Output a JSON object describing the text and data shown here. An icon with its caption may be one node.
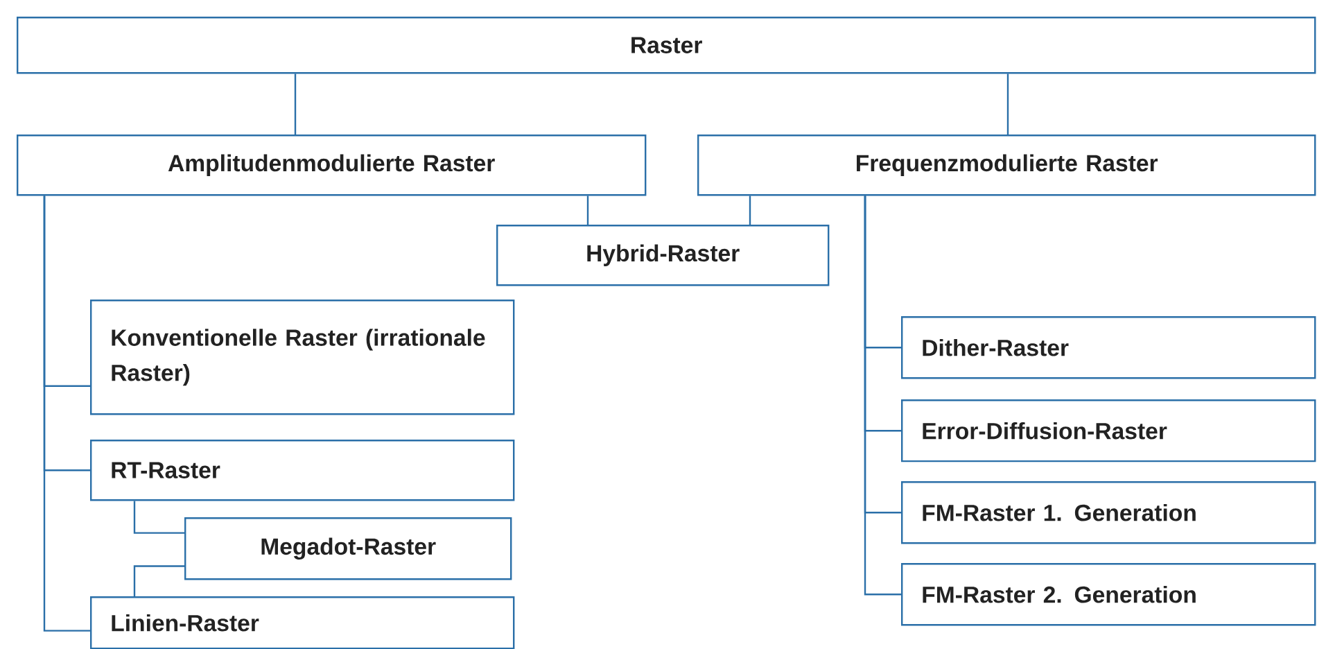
{
  "diagram": {
    "nodes": [
      {
        "text": [
          "Raster"
        ]
      },
      {
        "text": [
          "Amplitudenmodulierte Raster"
        ]
      },
      {
        "text": [
          "Frequenzmodulierte Raster"
        ]
      },
      {
        "text": [
          "Hybrid-Raster"
        ]
      },
      {
        "text": [
          "Konventionelle Raster (irrationale Raster)"
        ]
      },
      {
        "text": [
          "RT-Raster"
        ]
      },
      {
        "text": [
          "Megadot-Raster"
        ]
      },
      {
        "text": [
          "Linien-Raster"
        ]
      },
      {
        "text": [
          "Dither-Raster"
        ]
      },
      {
        "text": [
          "Error-Diffusion-Raster"
        ]
      },
      {
        "text": [
          "FM-Raster 1. Generation"
        ]
      },
      {
        "text": [
          "FM-Raster 2. Generation"
        ]
      }
    ],
    "edges": [
      {
        "from": 0,
        "to": 1,
        "arrow": "none"
      },
      {
        "from": 0,
        "to": 2,
        "arrow": "none"
      },
      {
        "from": 1,
        "to": 3,
        "arrow": "none"
      },
      {
        "from": 2,
        "to": 3,
        "arrow": "none"
      },
      {
        "from": 1,
        "to": 4,
        "arrow": "none"
      },
      {
        "from": 1,
        "to": 5,
        "arrow": "none"
      },
      {
        "from": 1,
        "to": 7,
        "arrow": "none"
      },
      {
        "from": 5,
        "to": 6,
        "arrow": "none"
      },
      {
        "from": 6,
        "to": 7,
        "arrow": "none"
      },
      {
        "from": 2,
        "to": 8,
        "arrow": "none"
      },
      {
        "from": 2,
        "to": 9,
        "arrow": "none"
      },
      {
        "from": 2,
        "to": 10,
        "arrow": "none"
      },
      {
        "from": 2,
        "to": 11,
        "arrow": "none"
      }
    ]
  }
}
